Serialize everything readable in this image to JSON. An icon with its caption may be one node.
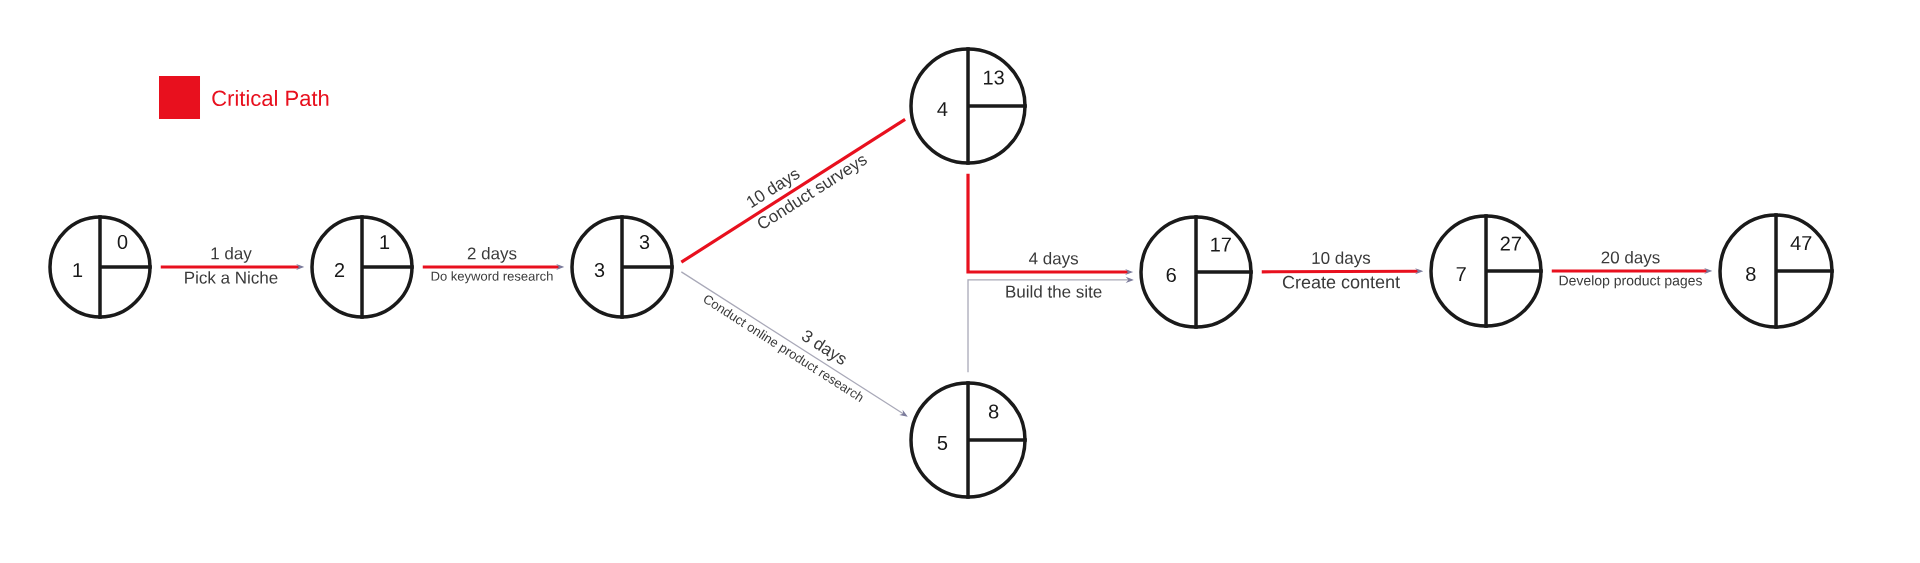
{
  "diagram": {
    "nodes": [
      {
        "text": [
          "1",
          "0"
        ]
      },
      {
        "text": [
          "2",
          "1"
        ]
      },
      {
        "text": [
          "3",
          "3"
        ]
      },
      {
        "text": [
          "4",
          "13"
        ]
      },
      {
        "text": [
          "5",
          "8"
        ]
      },
      {
        "text": [
          "6",
          "17"
        ]
      },
      {
        "text": [
          "7",
          "27"
        ]
      },
      {
        "text": [
          "8",
          "47"
        ]
      }
    ],
    "edges": [
      {
        "from": 0,
        "to": 1,
        "arrow": "to",
        "label": "1 day"
      },
      {
        "from": 1,
        "to": 2,
        "arrow": "to",
        "label": "2 days"
      },
      {
        "from": 2,
        "to": 3,
        "arrow": "none",
        "label": "10 days"
      },
      {
        "from": 2,
        "to": 4,
        "arrow": "to",
        "label": "3 days",
        "color": "#a9a9b8"
      },
      {
        "from": 3,
        "to": 5,
        "arrow": "to",
        "label": "4 days"
      },
      {
        "from": 4,
        "to": 5,
        "arrow": "to",
        "color": "#a9a9b8"
      },
      {
        "from": 5,
        "to": 6,
        "arrow": "to",
        "label": "10 days"
      },
      {
        "from": 6,
        "to": 7,
        "arrow": "to",
        "label": "20 days"
      }
    ],
    "labels": [
      "Pick a Niche",
      "Do keyword research",
      "Conduct surveys",
      "Conduct online product research",
      "Build the site",
      "Create content",
      "Develop product pages"
    ],
    "legend": [
      {
        "text": "Critical Path",
        "color": "#e8101e"
      }
    ]
  }
}
